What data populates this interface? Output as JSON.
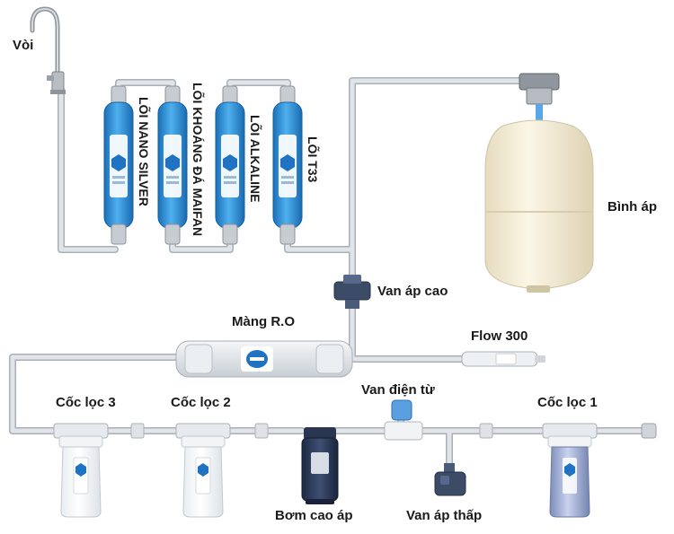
{
  "labels": {
    "faucet": "Vòi",
    "nano_silver": "LÕI NANO SILVER",
    "maifan": "LÕI KHOÁNG ĐÁ MAIFAN",
    "alkaline": "LÕI ALKALINE",
    "t33": "LÕI T33",
    "pressure_tank": "Bình áp",
    "high_pressure_valve": "Van áp cao",
    "ro_membrane": "Màng R.O",
    "flow_300": "Flow 300",
    "filter_cup_3": "Cốc lọc 3",
    "filter_cup_2": "Cốc lọc 2",
    "solenoid_valve": "Van điện từ",
    "filter_cup_1": "Cốc lọc 1",
    "booster_pump": "Bơm cao áp",
    "low_pressure_valve": "Van áp thấp"
  },
  "colors": {
    "pipe": "#d9dde2",
    "pipe_edge": "#a9b0b8",
    "cartridge": "#2a8fd8",
    "tank": "#f3ecd7",
    "valve": "#3c4c66"
  }
}
